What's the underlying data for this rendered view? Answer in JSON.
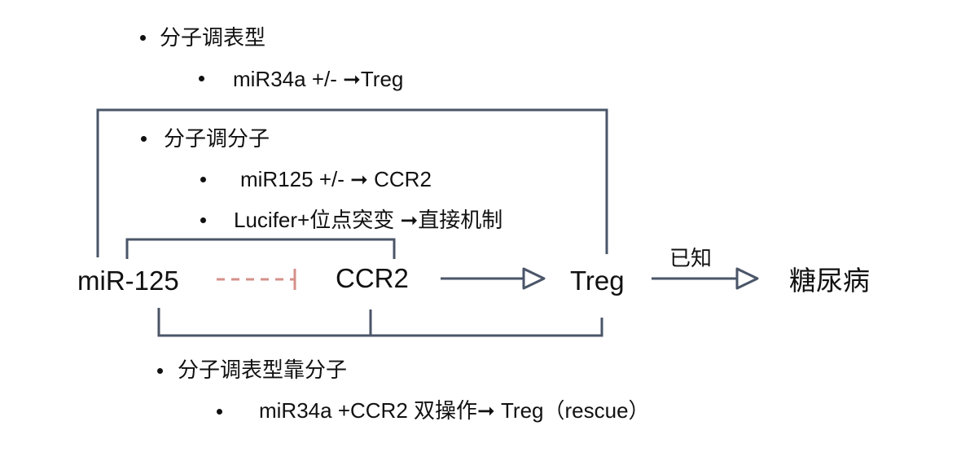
{
  "colors": {
    "connector": "#4a5568",
    "inhibition": "#d4908a",
    "text": "#111111",
    "background": "#ffffff"
  },
  "sections": [
    {
      "heading": "分子调表型",
      "items": [
        "miR34a +/- ➞Treg"
      ]
    },
    {
      "heading": "分子调分子",
      "items": [
        "miR125 +/- ➞ CCR2",
        "Lucifer+位点突变 ➞直接机制"
      ]
    },
    {
      "heading": "分子调表型靠分子",
      "items": [
        "miR34a +CCR2 双操作➞  Treg（rescue）"
      ]
    }
  ],
  "nodes": {
    "mir125": "miR-125",
    "ccr2": "CCR2",
    "treg": "Treg",
    "diabetes": "糖尿病"
  },
  "edges": [
    {
      "from": "miR-125",
      "to": "CCR2",
      "type": "inhibition",
      "style": "dashed"
    },
    {
      "from": "CCR2",
      "to": "Treg",
      "type": "activation",
      "style": "solid"
    },
    {
      "from": "Treg",
      "to": "糖尿病",
      "type": "activation",
      "style": "solid",
      "label": "已知"
    }
  ]
}
